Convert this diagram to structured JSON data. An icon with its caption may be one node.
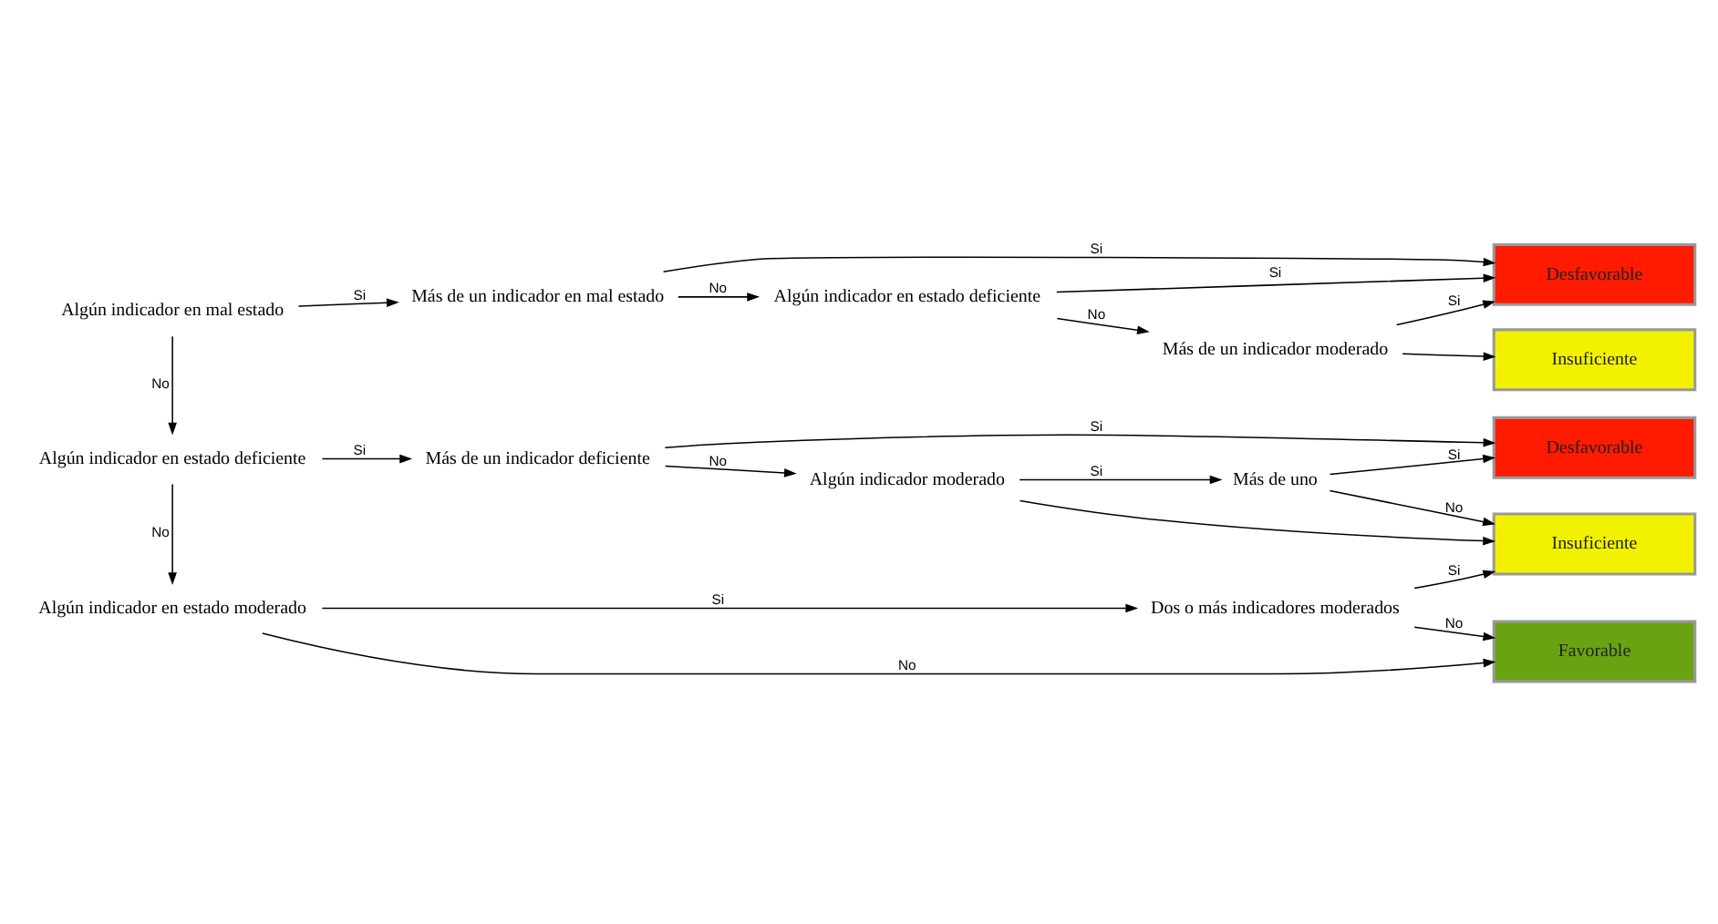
{
  "diagram": {
    "nodes": [
      {
        "text": [
          "Algún indicador en mal estado"
        ]
      },
      {
        "text": [
          "Más de un indicador en mal estado"
        ]
      },
      {
        "text": [
          "Algún indicador en estado deficiente"
        ]
      },
      {
        "text": [
          "Más de un indicador moderado"
        ]
      },
      {
        "text": [
          "Desfavorable"
        ]
      },
      {
        "text": [
          "Insuficiente"
        ]
      },
      {
        "text": [
          "Algún indicador en estado deficiente"
        ]
      },
      {
        "text": [
          "Más de un indicador deficiente"
        ]
      },
      {
        "text": [
          "Algún indicador moderado"
        ]
      },
      {
        "text": [
          "Más de uno"
        ]
      },
      {
        "text": [
          "Desfavorable"
        ]
      },
      {
        "text": [
          "Insuficiente"
        ]
      },
      {
        "text": [
          "Algún indicador en estado moderado"
        ]
      },
      {
        "text": [
          "Dos o más indicadores moderados"
        ]
      },
      {
        "text": [
          "Favorable"
        ]
      }
    ],
    "edges": [
      {
        "from": 0,
        "to": 1,
        "arrow": "to",
        "label": "Si"
      },
      {
        "from": 1,
        "to": 4,
        "arrow": "to",
        "label": "Si"
      },
      {
        "from": 1,
        "to": 2,
        "arrow": "to",
        "label": "No"
      },
      {
        "from": 2,
        "to": 4,
        "arrow": "to",
        "label": "Si"
      },
      {
        "from": 2,
        "to": 3,
        "arrow": "to",
        "label": "No"
      },
      {
        "from": 3,
        "to": 4,
        "arrow": "to",
        "label": "Si"
      },
      {
        "from": 3,
        "to": 5,
        "arrow": "to"
      },
      {
        "from": 0,
        "to": 6,
        "arrow": "to",
        "label": "No"
      },
      {
        "from": 6,
        "to": 7,
        "arrow": "to",
        "label": "Si"
      },
      {
        "from": 7,
        "to": 10,
        "arrow": "to",
        "label": "Si"
      },
      {
        "from": 7,
        "to": 8,
        "arrow": "to",
        "label": "No"
      },
      {
        "from": 8,
        "to": 9,
        "arrow": "to",
        "label": "Si"
      },
      {
        "from": 9,
        "to": 10,
        "arrow": "to",
        "label": "Si"
      },
      {
        "from": 9,
        "to": 11,
        "arrow": "to",
        "label": "No"
      },
      {
        "from": 8,
        "to": 11,
        "arrow": "to"
      },
      {
        "from": 6,
        "to": 12,
        "arrow": "to",
        "label": "No"
      },
      {
        "from": 12,
        "to": 13,
        "arrow": "to",
        "label": "Si"
      },
      {
        "from": 13,
        "to": 11,
        "arrow": "to",
        "label": "Si"
      },
      {
        "from": 12,
        "to": 14,
        "arrow": "to",
        "label": "No"
      },
      {
        "from": 13,
        "to": 14,
        "arrow": "to",
        "label": "No"
      }
    ]
  }
}
